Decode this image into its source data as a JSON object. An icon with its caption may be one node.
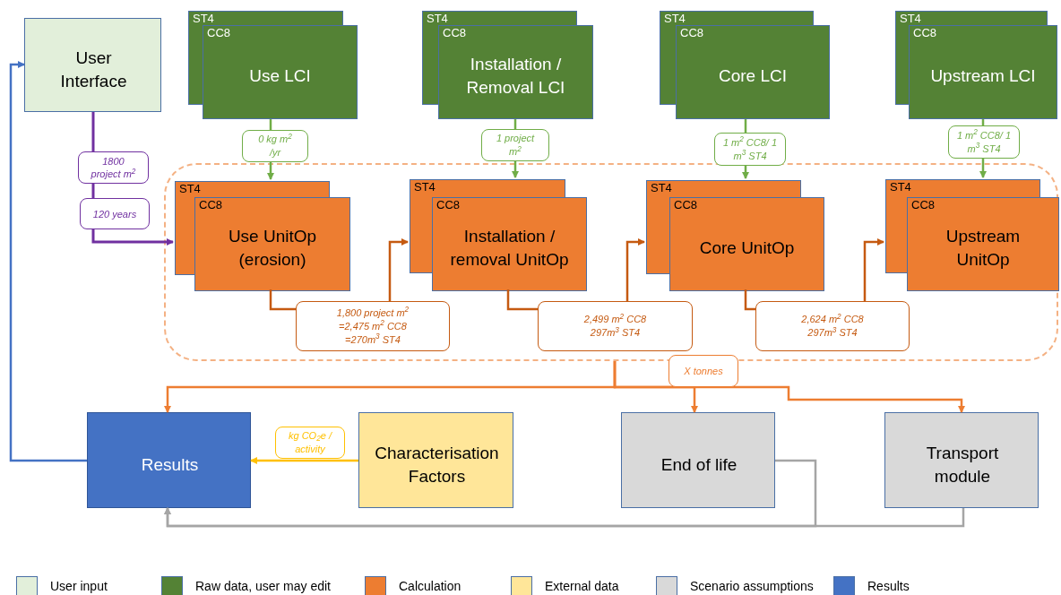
{
  "diagram": {
    "nodes": [
      {
        "text": [
          "User Interface"
        ]
      },
      {
        "text": [
          "ST4",
          "CC8",
          "Use LCI"
        ]
      },
      {
        "text": [
          "ST4",
          "CC8",
          "Installation / Removal LCI"
        ]
      },
      {
        "text": [
          "ST4",
          "CC8",
          "Core LCI"
        ]
      },
      {
        "text": [
          "ST4",
          "CC8",
          "Upstream LCI"
        ]
      },
      {
        "text": [],
        "shape": "box"
      },
      {
        "text": [
          "ST4",
          "CC8",
          "Use UnitOp (erosion)"
        ],
        "in": 5
      },
      {
        "text": [
          "ST4",
          "CC8",
          "Installation / removal UnitOp"
        ],
        "in": 5
      },
      {
        "text": [
          "ST4",
          "CC8",
          "Core UnitOp"
        ],
        "in": 5
      },
      {
        "text": [
          "ST4",
          "CC8",
          "Upstream UnitOp"
        ],
        "in": 5
      },
      {
        "text": [
          "Results"
        ]
      },
      {
        "text": [
          "Characterisation Factors"
        ]
      },
      {
        "text": [
          "End of life"
        ]
      },
      {
        "text": [
          "Transport module"
        ]
      },
      {
        "text": [
          "1800 project m$^{2}$"
        ]
      },
      {
        "text": [
          "120 years"
        ]
      }
    ],
    "edges": [
      {
        "from": 0,
        "to": 14,
        "arrow": "none",
        "color": "#7030a0"
      },
      {
        "from": 14,
        "to": 15,
        "arrow": "none",
        "color": "#7030a0"
      },
      {
        "from": 15,
        "to": 6,
        "arrow": "to",
        "color": "#7030a0"
      },
      {
        "from": 1,
        "to": 6,
        "arrow": "to",
        "label": "0 kg m$^{2}$ /yr",
        "color": "#70ad47"
      },
      {
        "from": 2,
        "to": 7,
        "arrow": "to",
        "label": "1 project m$^{2}$",
        "color": "#70ad47"
      },
      {
        "from": 3,
        "to": 8,
        "arrow": "to",
        "label": "1 m$^{2}$ CC8/ 1 m$^{3}$ ST4",
        "color": "#70ad47"
      },
      {
        "from": 4,
        "to": 9,
        "arrow": "to",
        "label": "1 m$^{2}$ CC8/ 1 m$^{3}$ ST4",
        "color": "#70ad47"
      },
      {
        "from": 6,
        "to": 7,
        "arrow": "to",
        "label": "1,800 project m$^{2}$ =2,475 m$^{2}$ CC8 =270m$^{3}$ ST4",
        "color": "#c55a11"
      },
      {
        "from": 7,
        "to": 8,
        "arrow": "to",
        "label": "2,499 m$^{2}$ CC8 297m$^{3}$ ST4",
        "color": "#c55a11"
      },
      {
        "from": 8,
        "to": 9,
        "arrow": "to",
        "label": "2,624 m$^{2}$ CC8 297m$^{3}$ ST4",
        "color": "#c55a11"
      },
      {
        "from": 5,
        "to": 10,
        "arrow": "to",
        "color": "#ed7d31"
      },
      {
        "from": 5,
        "to": 12,
        "arrow": "to",
        "label": "X tonnes",
        "color": "#ed7d31"
      },
      {
        "from": 5,
        "to": 13,
        "arrow": "to",
        "color": "#ed7d31"
      },
      {
        "from": 11,
        "to": 10,
        "arrow": "to",
        "label": "kg CO$_{2}$e / activity",
        "color": "#ffc000"
      },
      {
        "from": 12,
        "to": 10,
        "arrow": "to",
        "color": "#a5a5a5"
      },
      {
        "from": 13,
        "to": 10,
        "arrow": "to",
        "color": "#a5a5a5"
      },
      {
        "from": 10,
        "to": 0,
        "arrow": "to",
        "color": "#4472c4"
      }
    ],
    "legend": [
      {
        "text": "User input",
        "color": "#e2efda"
      },
      {
        "text": "Raw data, user may edit",
        "color": "#548235"
      },
      {
        "text": "Calculation",
        "color": "#ed7d31"
      },
      {
        "text": "External data",
        "color": "#ffe699"
      },
      {
        "text": "Scenario assumptions",
        "color": "#d9d9d9"
      },
      {
        "text": "Results",
        "color": "#4472c4"
      }
    ]
  }
}
